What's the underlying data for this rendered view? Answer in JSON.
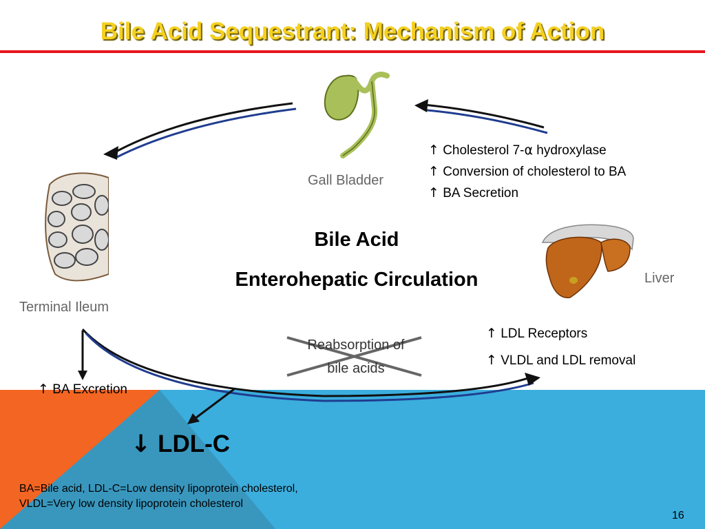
{
  "slide": {
    "title": "Bile Acid Sequestrant: Mechanism of Action",
    "page_number": "16"
  },
  "organs": {
    "gall_bladder": "Gall Bladder",
    "liver": "Liver",
    "terminal_ileum": "Terminal Ileum"
  },
  "center": {
    "line1": "Bile Acid",
    "line2": "Enterohepatic Circulation"
  },
  "liver_effects": [
    {
      "arrow": "↑",
      "text_before": "Cholesterol 7-",
      "symbol": "α",
      "text_after": " hydroxylase"
    },
    {
      "arrow": "↑",
      "text": "Conversion of cholesterol to BA"
    },
    {
      "arrow": "↑",
      "text": "BA Secretion"
    }
  ],
  "ldl_effects": [
    {
      "arrow": "↑",
      "text": "LDL Receptors"
    },
    {
      "arrow": "↑",
      "text": "VLDL and LDL removal"
    }
  ],
  "excretion": {
    "arrow": "↑",
    "text": "BA Excretion"
  },
  "reabsorption": {
    "line1": "Reabsorption of",
    "line2": "bile acids"
  },
  "outcome": {
    "arrow": "↓",
    "text": "LDL-C"
  },
  "footnote": {
    "line1": "BA=Bile acid, LDL-C=Low density lipoprotein cholesterol,",
    "line2": "VLDL=Very low density lipoprotein cholesterol"
  },
  "colors": {
    "title": "#F5D020",
    "rule": "#E8141B",
    "blue_band": "#3BAEDE",
    "orange_corner": "#F26522",
    "arrow_blue": "#1F3C8F"
  },
  "icons": [
    "gall-bladder-icon",
    "liver-icon",
    "intestine-icon"
  ]
}
